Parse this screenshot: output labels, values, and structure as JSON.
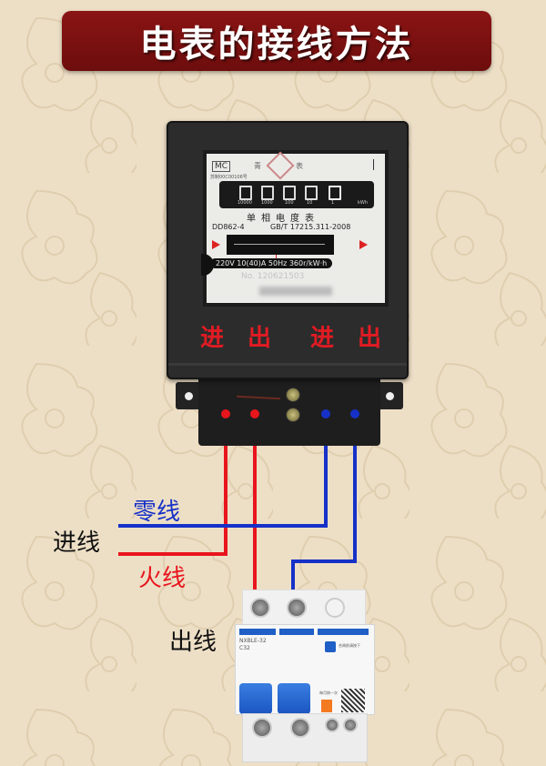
{
  "title": "电表的接线方法",
  "meter": {
    "brand_mark": "MC",
    "cert_text": "苏制00C00106号",
    "logo_text_left": "青",
    "logo_text_right": "表",
    "digit_units": [
      "10000",
      "1000",
      "100",
      "10",
      "1"
    ],
    "unit_label": "kWh",
    "name": "单相电度表",
    "model": "DD862-4",
    "standard": "GB/T 17215.311-2008",
    "rating": "220V  10(40)A  50Hz  360r/kW·h",
    "serial": "No. 120621503",
    "terminal_labels": [
      "进",
      "出",
      "进",
      "出"
    ]
  },
  "wiring": {
    "neutral_label": "零线",
    "live_label": "火线",
    "incoming_label": "进线",
    "outgoing_label": "出线",
    "colors": {
      "live": "#e8151d",
      "neutral": "#1631c8",
      "title_bg": "#7d1111",
      "terminal_text": "#e21b23"
    }
  },
  "breaker": {
    "model": "NXBLE-32",
    "curve": "C32",
    "test_button_label": "每月按一次",
    "rcd_note": "合闸前请按下"
  }
}
